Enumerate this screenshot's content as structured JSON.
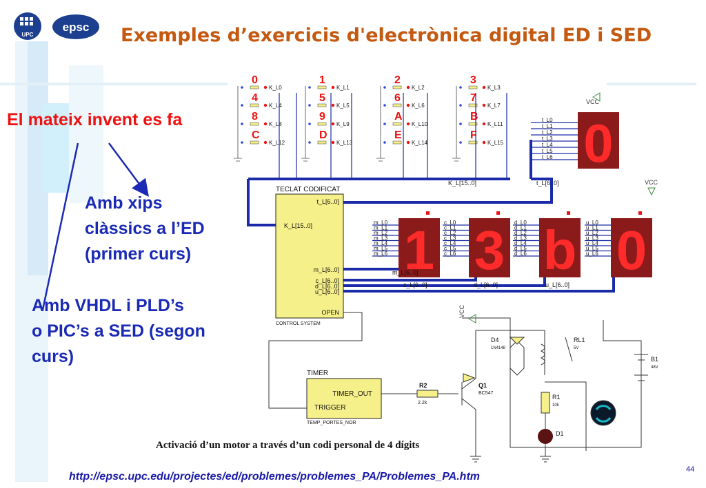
{
  "slide": {
    "title": "Exemples d’exercicis d'electrònica digital ED i SED",
    "heading": "El mateix invent es fa",
    "point1": [
      "Amb xips",
      "clàssics a l’ED",
      "(primer curs)"
    ],
    "point2": [
      "Amb VHDL i  PLD’s",
      "o PIC’s a SED (segon",
      "curs)"
    ],
    "caption": "Activació d’un motor a través d’un codi personal de 4 dígits",
    "url": "http://epsc.upc.edu/projectes/ed/problemes/problemes_PA/Problemes_PA.htm",
    "page_number": "44",
    "logos": {
      "upc": "UPC",
      "epsc": "epsc"
    }
  },
  "schematic": {
    "keypad_keys": [
      "0",
      "1",
      "2",
      "3",
      "4",
      "5",
      "6",
      "7",
      "8",
      "9",
      "A",
      "B",
      "C",
      "D",
      "E",
      "F"
    ],
    "keypad_labels": [
      "K_L0",
      "K_L1",
      "K_L2",
      "K_L3",
      "K_L4",
      "K_L5",
      "K_L6",
      "K_L7",
      "K_L8",
      "K_L9",
      "K_L10",
      "K_L11",
      "K_L12",
      "K_L13",
      "K_L14",
      "K_L15"
    ],
    "vcc": "VCC",
    "bus_k": "K_L[15..0]",
    "bus_t": "t_L[6..0]",
    "t_lines": [
      "t_L0",
      "t_L1",
      "t_L2",
      "t_L3",
      "t_L4",
      "t_L5",
      "t_L6"
    ],
    "top_digit": "0",
    "digits": [
      "1",
      "3",
      "b",
      "0"
    ],
    "digit_prefixes": [
      "m",
      "c",
      "d",
      "u"
    ],
    "digit_buses": [
      "m_L[6..0]",
      "c_L[6..0]",
      "d_L[6..0]",
      "u_L[6..0]"
    ],
    "control_block": {
      "name": "TECLAT CODIFICAT",
      "footer": "CONTROL SYSTEM",
      "ports": {
        "t": "t_L[6..0]",
        "k": "K_L[15..0]",
        "m": "m_L[6..0]",
        "c": "c_L[6..0]",
        "d": "d_L[6..0]",
        "u": "u_L[6..0]",
        "open": "OPEN"
      }
    },
    "timer_block": {
      "name": "TIMER",
      "footer": "TEMP_PORTES_NOR",
      "ports": {
        "out": "TIMER_OUT",
        "trigger": "TRIGGER"
      }
    },
    "components": {
      "r2": "R2",
      "r2_value": "2.2k",
      "q1": "Q1",
      "q1_value": "BC547",
      "d4": "D4",
      "d4_value": "1N4148",
      "rl1": "RL1",
      "rl1_value": "5V",
      "r1": "R1",
      "r1_value": "10k",
      "d1": "D1",
      "b1": "B1",
      "b1_value": "48V"
    }
  },
  "colors": {
    "title": "#c45a12",
    "heading": "#ee1111",
    "text": "#1a2ab5",
    "bus": "#1a2aa8",
    "segment": "#ee1111",
    "display": "#8b1a1a"
  }
}
